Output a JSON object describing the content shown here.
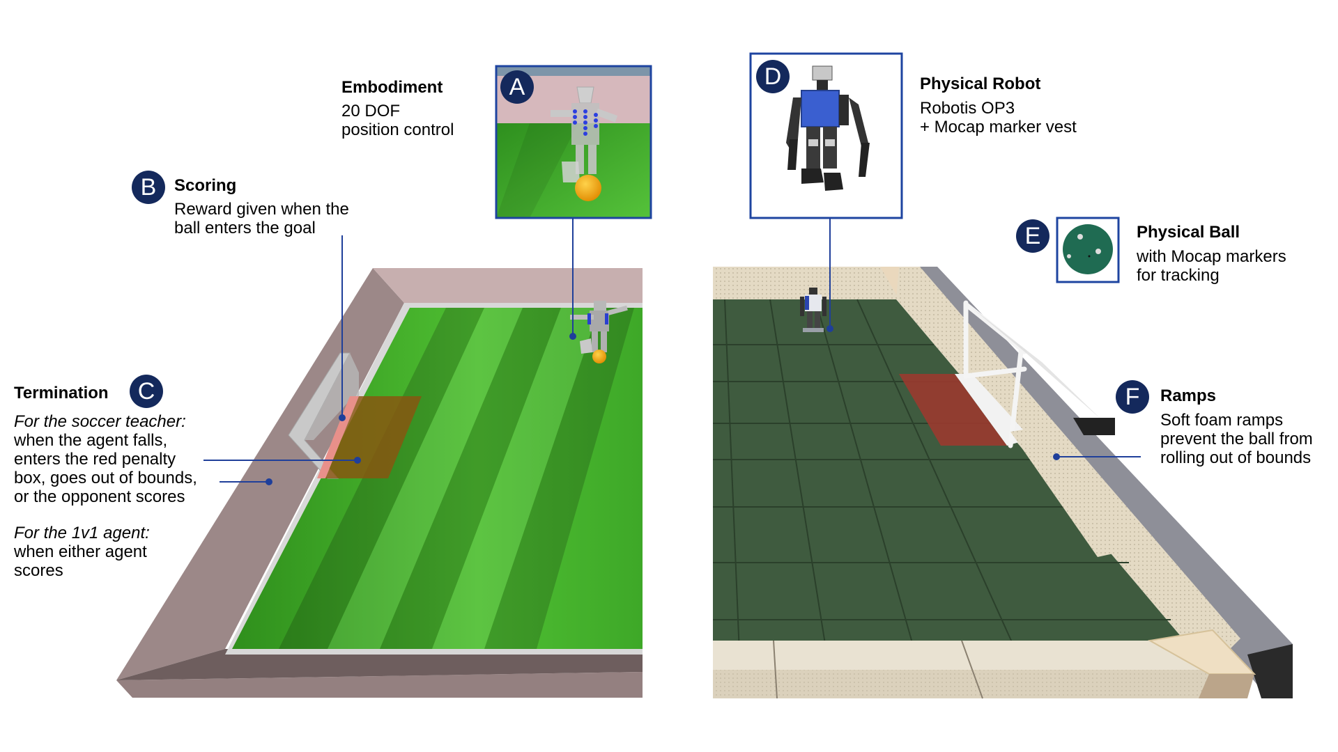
{
  "colors": {
    "badge": "#14295c",
    "callout_line": "#1f3f9a",
    "frame": "#1e44a0",
    "sim_wall": "#9b8585",
    "sim_wall_top": "#c8b0b0",
    "sim_grass_dark": "#3a9a22",
    "sim_grass_light": "#52bb30",
    "penalty_box": "#8a5a16",
    "real_mat": "#3e5a3e",
    "real_foam": "#e3d8c0",
    "real_penalty": "#9a3b30"
  },
  "callouts": {
    "A": {
      "badge": "A",
      "title": "Embodiment",
      "body": "20 DOF\nposition control",
      "image": "simulated-robot-closeup"
    },
    "B": {
      "badge": "B",
      "title": "Scoring",
      "body": "Reward given when the\nball enters the goal"
    },
    "C": {
      "badge": "C",
      "title": "Termination",
      "teacher_heading": "For the soccer teacher:",
      "teacher_body": "when the agent falls,\nenters the red penalty\nbox, goes out of bounds,\nor the opponent scores",
      "agent_heading": "For the 1v1 agent:",
      "agent_body": "when either agent\nscores"
    },
    "D": {
      "badge": "D",
      "title": "Physical Robot",
      "body": "Robotis OP3\n+ Mocap marker vest",
      "image": "robotis-op3-photo"
    },
    "E": {
      "badge": "E",
      "title": "Physical Ball",
      "body": "with Mocap markers\nfor tracking",
      "image": "green-ball-photo"
    },
    "F": {
      "badge": "F",
      "title": "Ramps",
      "body": "Soft foam ramps\nprevent the ball from\nrolling out of bounds"
    }
  },
  "panels": {
    "simulation": "simulated-soccer-field",
    "real": "real-soccer-pitch-photo"
  }
}
